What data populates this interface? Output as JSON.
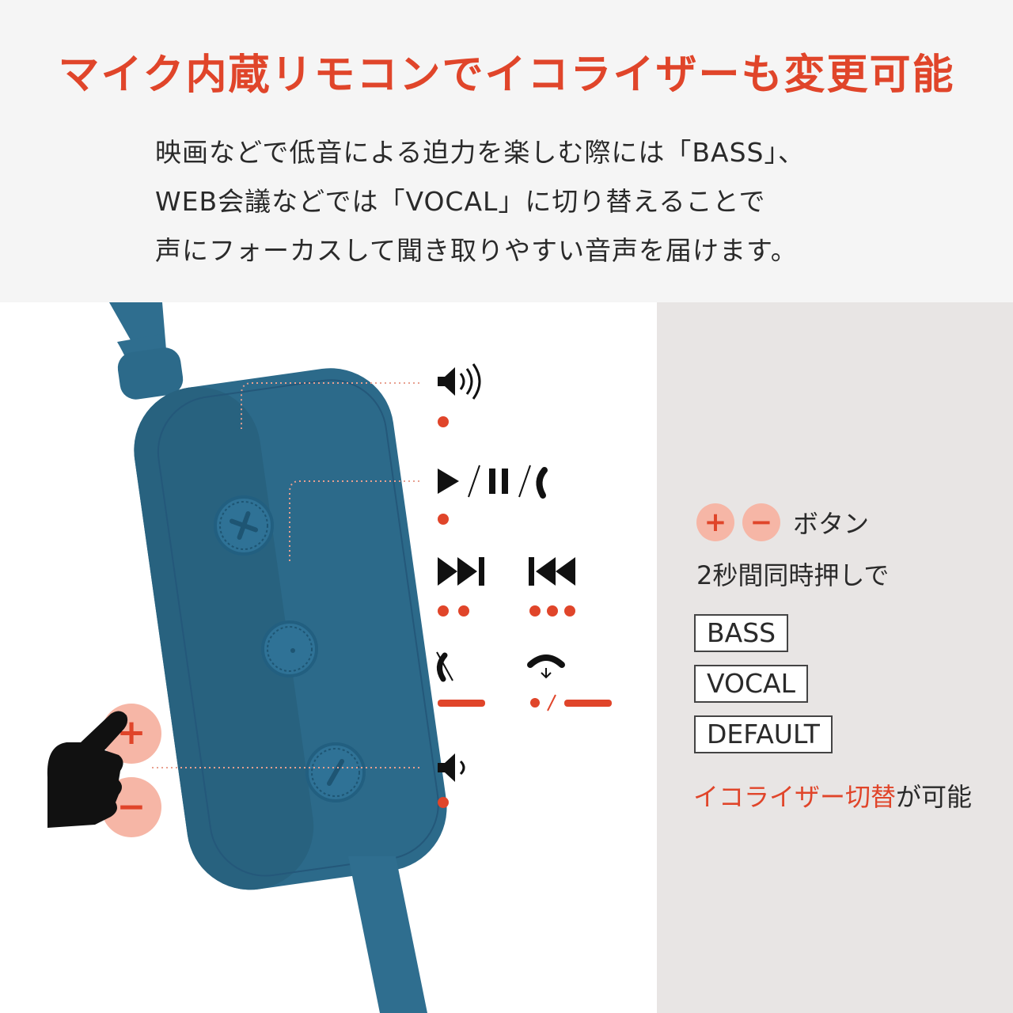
{
  "heading": "マイク内蔵リモコンでイコライザーも変更可能",
  "description": [
    "映画などで低音による迫力を楽しむ際には「BASS」、",
    "WEB会議などでは「VOCAL」に切り替えることで",
    "声にフォーカスして聞き取りやすい音声を届けます。"
  ],
  "buttons_note": {
    "plus": "+",
    "minus": "−",
    "label": "ボタン",
    "hold": "2秒間同時押しで"
  },
  "eq_modes": [
    "BASS",
    "VOCAL",
    "DEFAULT"
  ],
  "eq_note": {
    "highlight": "イコライザー切替",
    "rest": "が可能"
  },
  "finger_buttons": {
    "plus": "+",
    "minus": "−"
  },
  "colors": {
    "accent": "#e0452a",
    "pink": "#f6b6a6",
    "cable": "#2f6e8f",
    "remote": "#2c6a8a",
    "panel": "#e8e5e4"
  },
  "icons": [
    "volume-up-icon",
    "play-icon",
    "pause-icon",
    "call-icon",
    "next-track-icon",
    "previous-track-icon",
    "reject-call-icon",
    "hang-up-icon",
    "volume-down-icon",
    "pointing-hand-icon"
  ]
}
